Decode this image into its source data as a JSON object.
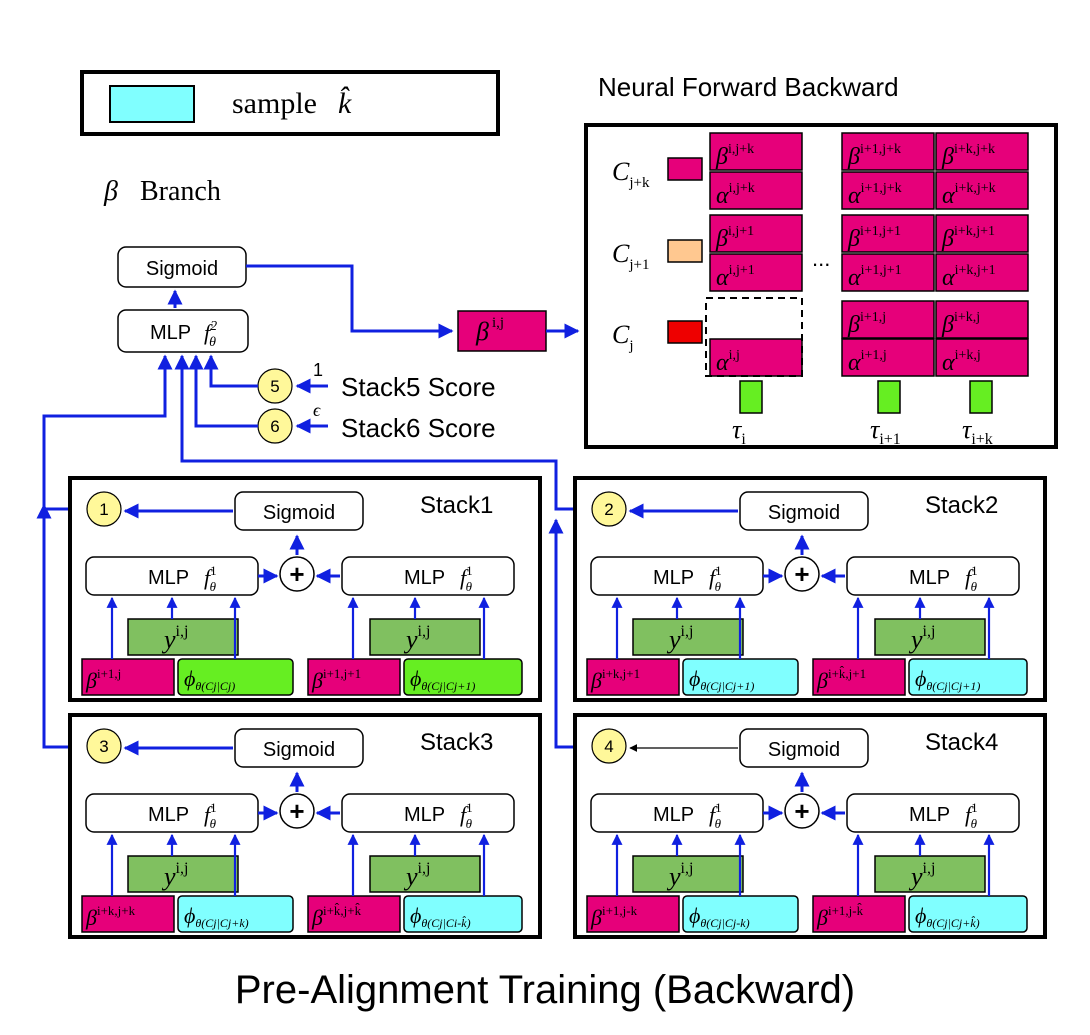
{
  "colors": {
    "magenta": "#e6007a",
    "cyan": "#80ffff",
    "green": "#80c060",
    "lime": "#66ee22",
    "peach": "#ffc890",
    "red": "#ee0000",
    "circle": "#fff89a",
    "arrow": "#1020e0"
  },
  "legend": {
    "label": "sample",
    "symbol": "k̂"
  },
  "top_right_title": "Neural Forward Backward",
  "branch_title": {
    "symbol": "β",
    "text": "Branch"
  },
  "sigmoid_label": "Sigmoid",
  "mlp_label": "MLP",
  "plus_label": "+",
  "dots": "...",
  "scores": [
    {
      "num": "5",
      "label": "Stack5 Score",
      "sup": "1"
    },
    {
      "num": "6",
      "label": "Stack6 Score",
      "sup": "ϵ"
    }
  ],
  "bottom_title": "Pre-Alignment Training (Backward)",
  "beta_center_sup": "i,j",
  "fb_rows": [
    "j+k",
    "j+1",
    "j"
  ],
  "fb_col1": {
    "beta_j_k": "i,j+k",
    "alpha_j_k": "i,j+k",
    "beta_j_1": "i,j+1",
    "alpha_j_1": "i,j+1",
    "alpha_j": "i,j"
  },
  "fb_col2": {
    "beta_j_k": "i+1,j+k",
    "alpha_j_k": "i+1,j+k",
    "beta_j_1": "i+1,j+1",
    "alpha_j_1": "i+1,j+1",
    "beta_j": "i+1,j",
    "alpha_j": "i+1,j"
  },
  "fb_col3": {
    "beta_j_k": "i+k,j+k",
    "alpha_j_k": "i+k,j+k",
    "beta_j_1": "i+k,j+1",
    "alpha_j_1": "i+k,j+1",
    "beta_j": "i+k,j",
    "alpha_j": "i+k,j"
  },
  "taus": [
    "i",
    "i+1",
    "i+k"
  ],
  "y_sup": "i,j",
  "stacks": [
    {
      "name": "Stack1",
      "num": "1",
      "left_beta_sup": "i+1,j",
      "left_phi_cond": "Cj|Cj",
      "right_beta_sup": "i+1,j+1",
      "right_phi_cond": "Cj|Cj+1",
      "phi_color": "green"
    },
    {
      "name": "Stack2",
      "num": "2",
      "left_beta_sup": "i+k,j+1",
      "left_phi_cond": "Cj|Cj+1",
      "right_beta_sup": "i+k̂,j+1",
      "right_phi_cond": "Cj|Cj+1",
      "phi_color": "cyan"
    },
    {
      "name": "Stack3",
      "num": "3",
      "left_beta_sup": "i+k,j+k",
      "left_phi_cond": "Cj|Cj+k",
      "right_beta_sup": "i+k̂,j+k̂",
      "right_phi_cond": "Cj|Ci-k̂",
      "phi_color": "cyan"
    },
    {
      "name": "Stack4",
      "num": "4",
      "left_beta_sup": "i+1,j-k",
      "left_phi_cond": "Cj|Cj-k",
      "right_beta_sup": "i+1,j-k̂",
      "right_phi_cond": "Cj|Cj+k̂",
      "phi_color": "cyan"
    }
  ]
}
